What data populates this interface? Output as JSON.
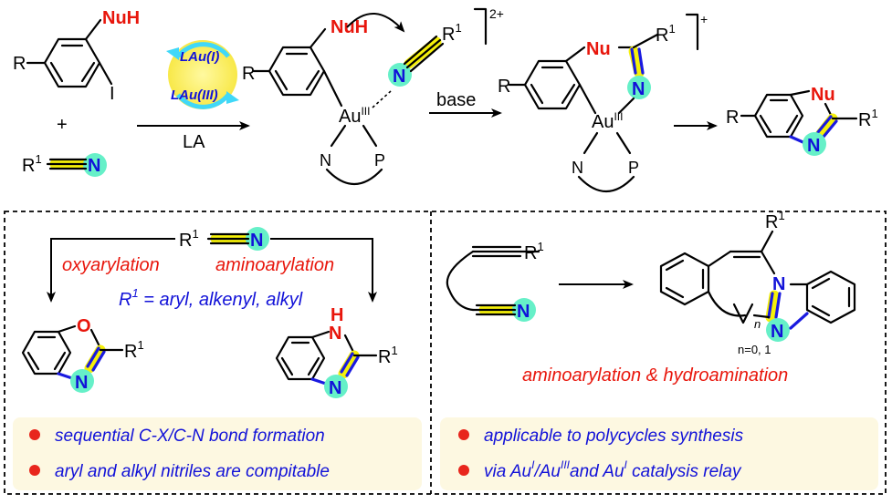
{
  "colors": {
    "red": "#e8160c",
    "blue": "#1212d8",
    "highlight": "#f5f00a",
    "nitrogen_ball": "#66f0c8",
    "panel_bg": "#fdf8e1",
    "bullet": "#e8261c",
    "catalyst_ring": "#40d8f8"
  },
  "top": {
    "nuh": "NuH",
    "iodo": "I",
    "r_sub": "R",
    "plus": "+",
    "r1": "R",
    "r1_sup": "1",
    "n": "N",
    "cat_top": "LAu(I)",
    "cat_bottom": "LAu(III)",
    "la": "LA",
    "au": "Au",
    "au_ox": "III",
    "ligand_n": "N",
    "ligand_p": "P",
    "charge_2": "2+",
    "charge_1": "+",
    "nu": "Nu",
    "base": "base"
  },
  "left_panel": {
    "oxy": "oxyarylation",
    "amino": "aminoarylation",
    "r1_scope": "R",
    "r1_scope_sup": "1",
    "r1_scope_text": " = aryl, alkenyl, alkyl",
    "o": "O",
    "h": "H",
    "n": "N",
    "r": "R",
    "r_sup": "1",
    "bullet1": "sequential C-X/C-N bond formation",
    "bullet2": "aryl and alkyl nitriles are compitable"
  },
  "right_panel": {
    "r": "R",
    "r_sup": "1",
    "n": "N",
    "n_sub": "n",
    "n_label": "n=0, 1",
    "caption": "aminoarylation & hydroamination",
    "bullet1": "applicable to polycycles synthesis",
    "bullet2_a": "via Au",
    "bullet2_sup1": "I",
    "bullet2_b": "/Au",
    "bullet2_sup2": "III",
    "bullet2_c": "and Au",
    "bullet2_sup3": "I",
    "bullet2_d": " catalysis relay"
  }
}
